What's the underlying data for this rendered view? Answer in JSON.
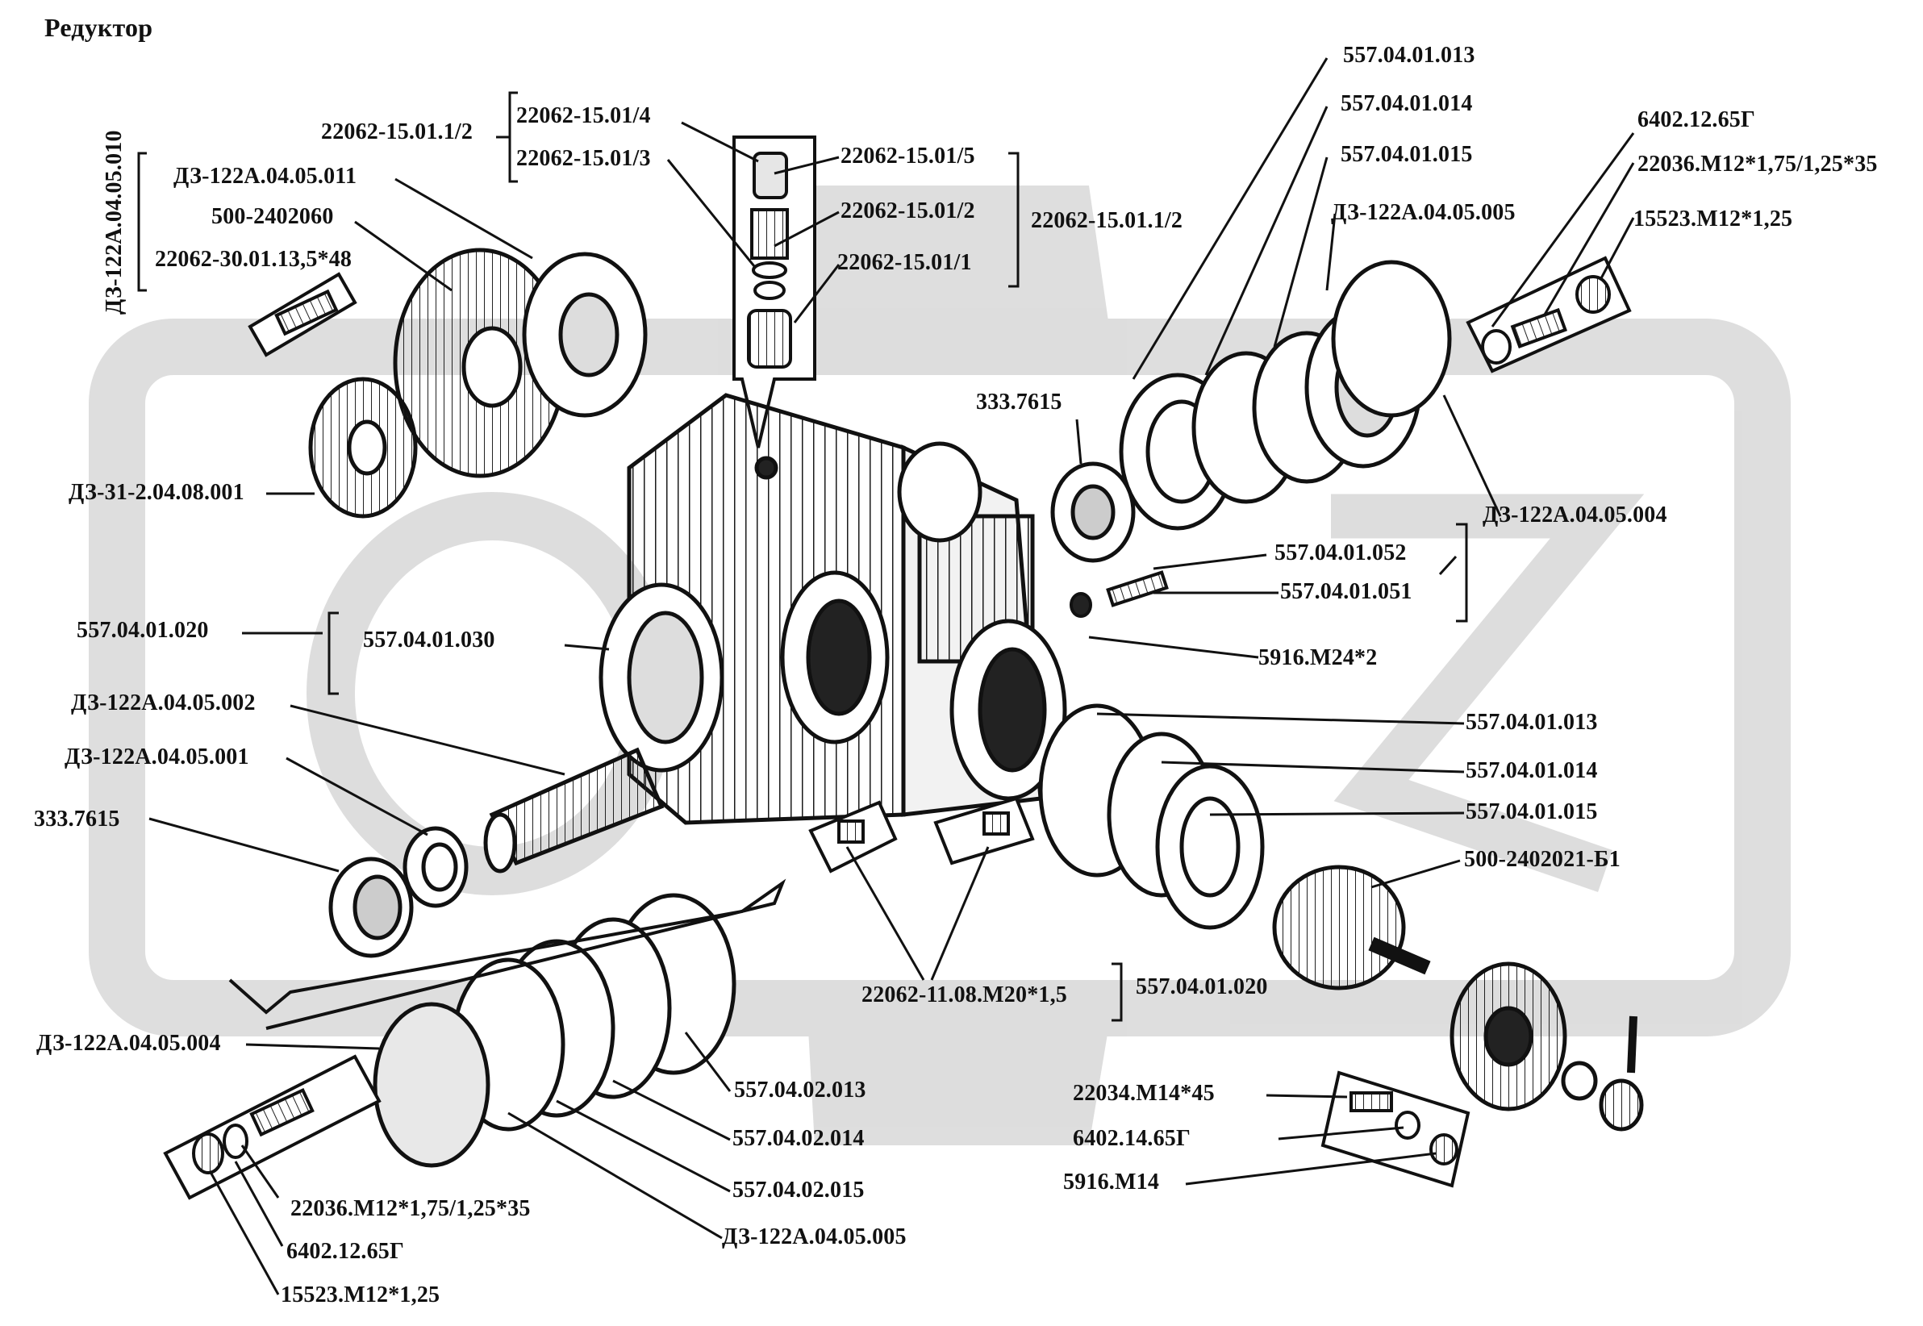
{
  "title": "Редуктор",
  "labels": [
    {
      "text": "22062-15.01.1/2"
    },
    {
      "text": "22062-15.01/4"
    },
    {
      "text": "22062-15.01/3"
    },
    {
      "text": "22062-15.01/5"
    },
    {
      "text": "22062-15.01/2"
    },
    {
      "text": "22062-15.01.1/2"
    },
    {
      "text": "22062-15.01/1"
    },
    {
      "text": "ДЗ-122А.04.05.011"
    },
    {
      "text": "500-2402060"
    },
    {
      "text": "22062-30.01.13,5*48"
    },
    {
      "text": "ДЗ-122А.04.05.010"
    },
    {
      "text": "ДЗ-31-2.04.08.001"
    },
    {
      "text": "557.04.01.020"
    },
    {
      "text": "557.04.01.030"
    },
    {
      "text": "ДЗ-122А.04.05.002"
    },
    {
      "text": "ДЗ-122А.04.05.001"
    },
    {
      "text": "333.7615"
    },
    {
      "text": "333.7615"
    },
    {
      "text": "557.04.01.013"
    },
    {
      "text": "557.04.01.014"
    },
    {
      "text": "557.04.01.015"
    },
    {
      "text": "ДЗ-122А.04.05.005"
    },
    {
      "text": "6402.12.65Г"
    },
    {
      "text": "22036.М12*1,75/1,25*35"
    },
    {
      "text": "15523.М12*1,25"
    },
    {
      "text": "ДЗ-122А.04.05.004"
    },
    {
      "text": "557.04.01.052"
    },
    {
      "text": "557.04.01.051"
    },
    {
      "text": "5916.М24*2"
    },
    {
      "text": "557.04.01.013"
    },
    {
      "text": "557.04.01.014"
    },
    {
      "text": "557.04.01.015"
    },
    {
      "text": "500-2402021-Б1"
    },
    {
      "text": "22062-11.08.М20*1,5"
    },
    {
      "text": "557.04.01.020"
    },
    {
      "text": "ДЗ-122А.04.05.004"
    },
    {
      "text": "557.04.02.013"
    },
    {
      "text": "557.04.02.014"
    },
    {
      "text": "557.04.02.015"
    },
    {
      "text": "ДЗ-122А.04.05.005"
    },
    {
      "text": "22036.М12*1,75/1,25*35"
    },
    {
      "text": "6402.12.65Г"
    },
    {
      "text": "15523.М12*1,25"
    },
    {
      "text": "22034.М14*45"
    },
    {
      "text": "6402.14.65Г"
    },
    {
      "text": "5916.М14"
    }
  ]
}
